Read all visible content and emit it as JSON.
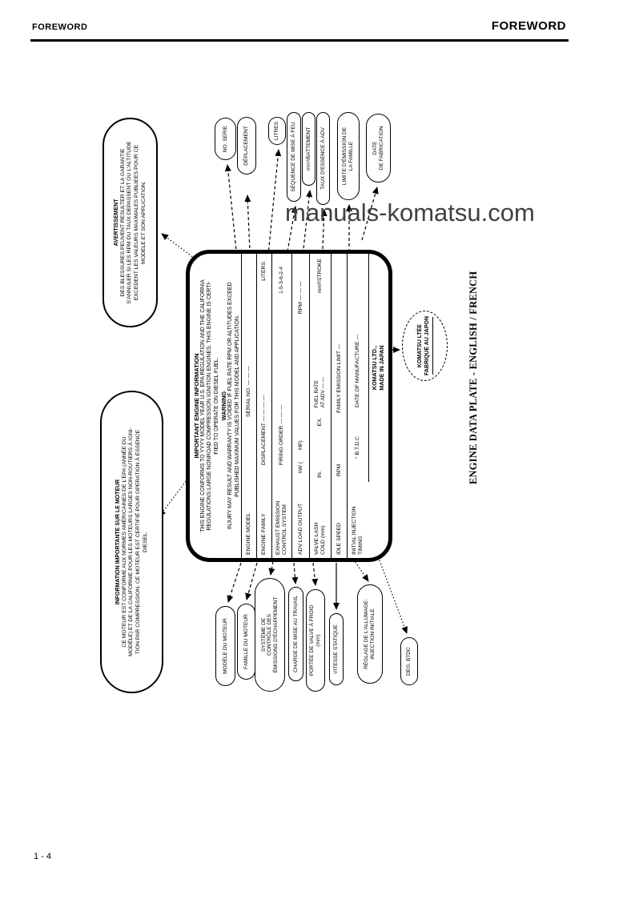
{
  "page": {
    "header_left": "FOREWORD",
    "header_right": "FOREWORD",
    "page_number": "1 - 4",
    "watermark": "manuals-komatsu.com",
    "caption": "ENGINE DATA PLATE - ENGLISH / FRENCH",
    "ink_color": "#000000",
    "watermark_color": "#414141"
  },
  "avertissement": {
    "title": "AVERTISSEMENT",
    "body": "DES BLESSURES PEUVENT RESULTER ET LA GARANTIE\nS'ANNULER SI LES RPM DU TAUX DEPASSENT OU L'ALTITUDE\nEXCEDENT LES VALEURS MAXIMALES PUBLIEES POUR CE\nMODELE ET SON APPLICATION."
  },
  "info_moteur": {
    "title": "INFORMATION IMPORTANTE SUR LE MOTEUR",
    "body": "CE MOTEUR EST CONFORME AUX NORMES AMÉRICAINES DE L'EPA (ANNÉE DU\nMODÈLE) ET DE LA CALIFORNIE POUR LES MOTEURS LARGES NON-ROUTIERS À IGNI-\nTION PAR COMPRESSION.  CE MOTEUR EST CERTIFIÉ POUR OPERATION À ESSENCE\nDIESEL."
  },
  "top_callouts": [
    {
      "label": "NO. SERIE"
    },
    {
      "label": "DÉPLACEMENT"
    },
    {
      "label": "LITRES"
    },
    {
      "label": "SÉQUENCE DE MISE À FEU"
    },
    {
      "label": "mm³/BATTEMENT"
    },
    {
      "label": "TAUX D'ESSENCE À ADV"
    },
    {
      "label": "LIMITE D'ÉMISSION DE\nLA FAMILLE"
    },
    {
      "label": "DATE\nDE FABRICATION"
    }
  ],
  "bottom_callouts": [
    {
      "label": "MODÈLE DU MOTEUR"
    },
    {
      "label": "FAMILLE DU MOTEUR"
    },
    {
      "label": "SYSTÈME DE\nCONTRÔLE DES\nÉMISSIONS D'ÉCHAPPEMENT"
    },
    {
      "label": "CHARGE DE MISE AU TRAVAIL"
    },
    {
      "label": "PORTÉE DE VALVE À FROID\n(mm)"
    },
    {
      "label": "VITESSE STATIQUE"
    },
    {
      "label": "RÉGLAGE DE L'ALLUMAGE-\nINJECTION INITIALE"
    },
    {
      "label": "DEG. BTDC"
    }
  ],
  "komatsu_stamp": {
    "text": "KOMATSU LTÉE\nFABRIQUÉ AU JAPON"
  },
  "plate": {
    "title": "IMPORTANT ENGINE INFORMATION",
    "para1": "THIS ENGINE CONFORMS TO YYYY MODEL YEAR U.S. EPA REGULATION AND THE CALIFORNIA\nREGULATIONS LARGE NONROAD COMPRESSION IGNITION ENGINES. THIS ENGINE IS CERTI-\nFIED TO OPERATE ON DIESEL FUEL.",
    "warning_title": "WARNING",
    "para2": "INJURY MAY RESULT AND WARRANTY IS VOIDED IF FUEL RATE RPM OR ALTITUDES EXCEED\nPUBLISHED MAXIMUM VALUES FOR THIS MODEL AND APPLICATION.",
    "rows": [
      {
        "label": "ENGINE MODEL",
        "fields": [
          "SERIAL NO. — — —"
        ]
      },
      {
        "label": "ENGINE FAMILY",
        "fields": [
          "DISPLACEMENT — — — —",
          "LITERS"
        ]
      },
      {
        "label": "EXHAUST EMISSION\nCONTROL SYSTEM",
        "fields": [
          "FIRING ORDER — — —",
          "1-5-3-6-2-4"
        ]
      },
      {
        "label": "ADV LOAD OUTPUT",
        "fields": [
          "kW (        HP)",
          "RPM — — —"
        ]
      },
      {
        "label": "VALVE LASH\nCOLD (mm)",
        "fields": [
          "IN.",
          "EX.",
          "FUEL RATE\nAT ADV — —",
          "mm³/STROKE"
        ]
      },
      {
        "label": "IDLE SPEED",
        "fields": [
          "RPM",
          "FAMILY EMISSION LIMIT —"
        ]
      },
      {
        "label": "INITIAL INJECTION\nTIMING",
        "fields": [
          "° B.T.D.C",
          "DATE OF MANUFACTURE —"
        ]
      }
    ],
    "footer": "KOMATSU LTD.,\nMADE IN JAPAN"
  }
}
